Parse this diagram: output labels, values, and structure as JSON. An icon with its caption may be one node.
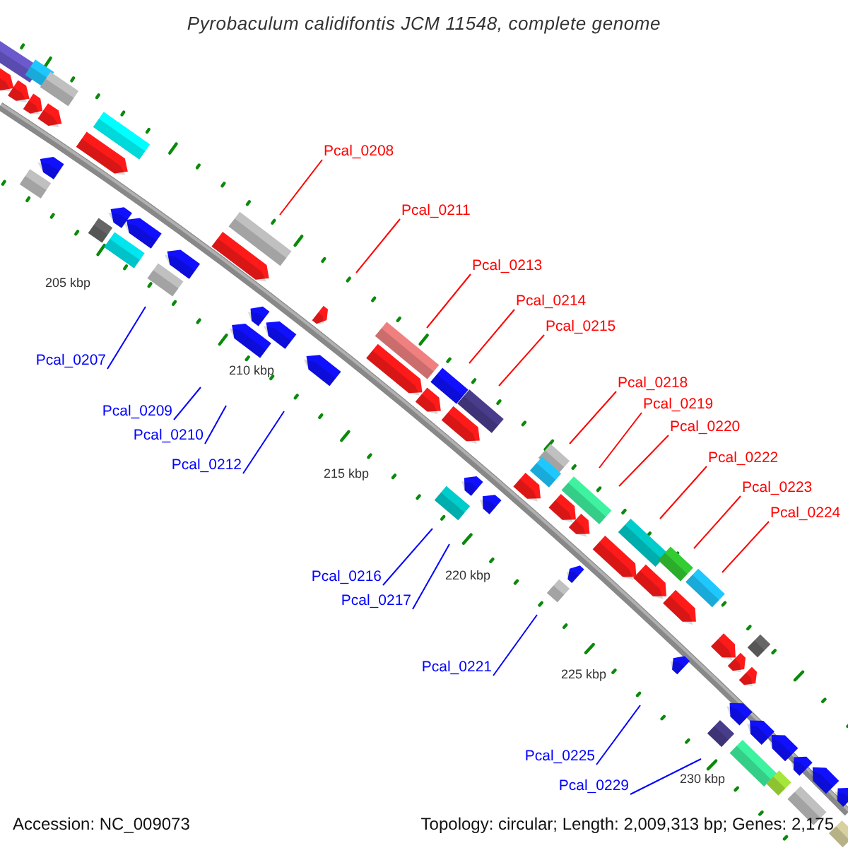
{
  "diagram": {
    "title": "Pyrobaculum calidifontis JCM 11548, complete genome",
    "nodes": [
      {
        "text": [
          "Pcal_0208"
        ]
      },
      {
        "text": [
          "Pcal_0211"
        ]
      },
      {
        "text": [
          "Pcal_0213"
        ]
      },
      {
        "text": [
          "Pcal_0214"
        ]
      },
      {
        "text": [
          "Pcal_0215"
        ]
      },
      {
        "text": [
          "Pcal_0218"
        ]
      },
      {
        "text": [
          "Pcal_0219"
        ]
      },
      {
        "text": [
          "Pcal_0220"
        ]
      },
      {
        "text": [
          "Pcal_0222"
        ]
      },
      {
        "text": [
          "Pcal_0223"
        ]
      },
      {
        "text": [
          "Pcal_0224"
        ]
      },
      {
        "text": [
          "Pcal_0207"
        ]
      },
      {
        "text": [
          "Pcal_0209"
        ]
      },
      {
        "text": [
          "Pcal_0210"
        ]
      },
      {
        "text": [
          "Pcal_0212"
        ]
      },
      {
        "text": [
          "Pcal_0216"
        ]
      },
      {
        "text": [
          "Pcal_0217"
        ]
      },
      {
        "text": [
          "Pcal_0221"
        ]
      },
      {
        "text": [
          "Pcal_0225"
        ]
      },
      {
        "text": [
          "Pcal_0229"
        ]
      }
    ],
    "edges": [
      {
        "from": 0,
        "to": null,
        "arrow": "none"
      },
      {
        "from": 1,
        "to": null,
        "arrow": "none"
      },
      {
        "from": 2,
        "to": null,
        "arrow": "none"
      },
      {
        "from": 3,
        "to": null,
        "arrow": "none"
      },
      {
        "from": 4,
        "to": null,
        "arrow": "none"
      },
      {
        "from": 5,
        "to": null,
        "arrow": "none"
      },
      {
        "from": 6,
        "to": null,
        "arrow": "none"
      },
      {
        "from": 7,
        "to": null,
        "arrow": "none"
      },
      {
        "from": 8,
        "to": null,
        "arrow": "none"
      },
      {
        "from": 9,
        "to": null,
        "arrow": "none"
      },
      {
        "from": 10,
        "to": null,
        "arrow": "none"
      },
      {
        "from": 11,
        "to": null,
        "arrow": "none",
        "color": "#0000ff"
      },
      {
        "from": 12,
        "to": null,
        "arrow": "none",
        "color": "#0000ff"
      },
      {
        "from": 13,
        "to": null,
        "arrow": "none",
        "color": "#0000ff"
      },
      {
        "from": 14,
        "to": null,
        "arrow": "none",
        "color": "#0000ff"
      },
      {
        "from": 15,
        "to": null,
        "arrow": "none",
        "color": "#0000ff"
      },
      {
        "from": 16,
        "to": null,
        "arrow": "none",
        "color": "#0000ff"
      },
      {
        "from": 17,
        "to": null,
        "arrow": "none",
        "color": "#0000ff"
      },
      {
        "from": 18,
        "to": null,
        "arrow": "none",
        "color": "#0000ff"
      },
      {
        "from": 19,
        "to": null,
        "arrow": "none",
        "color": "#0000ff"
      }
    ],
    "labels": [
      "205 kbp",
      "210 kbp",
      "215 kbp",
      "220 kbp",
      "225 kbp",
      "230 kbp",
      "Accession: NC_009073",
      "Topology: circular; Length: 2,009,313 bp; Genes: 2,175"
    ]
  }
}
